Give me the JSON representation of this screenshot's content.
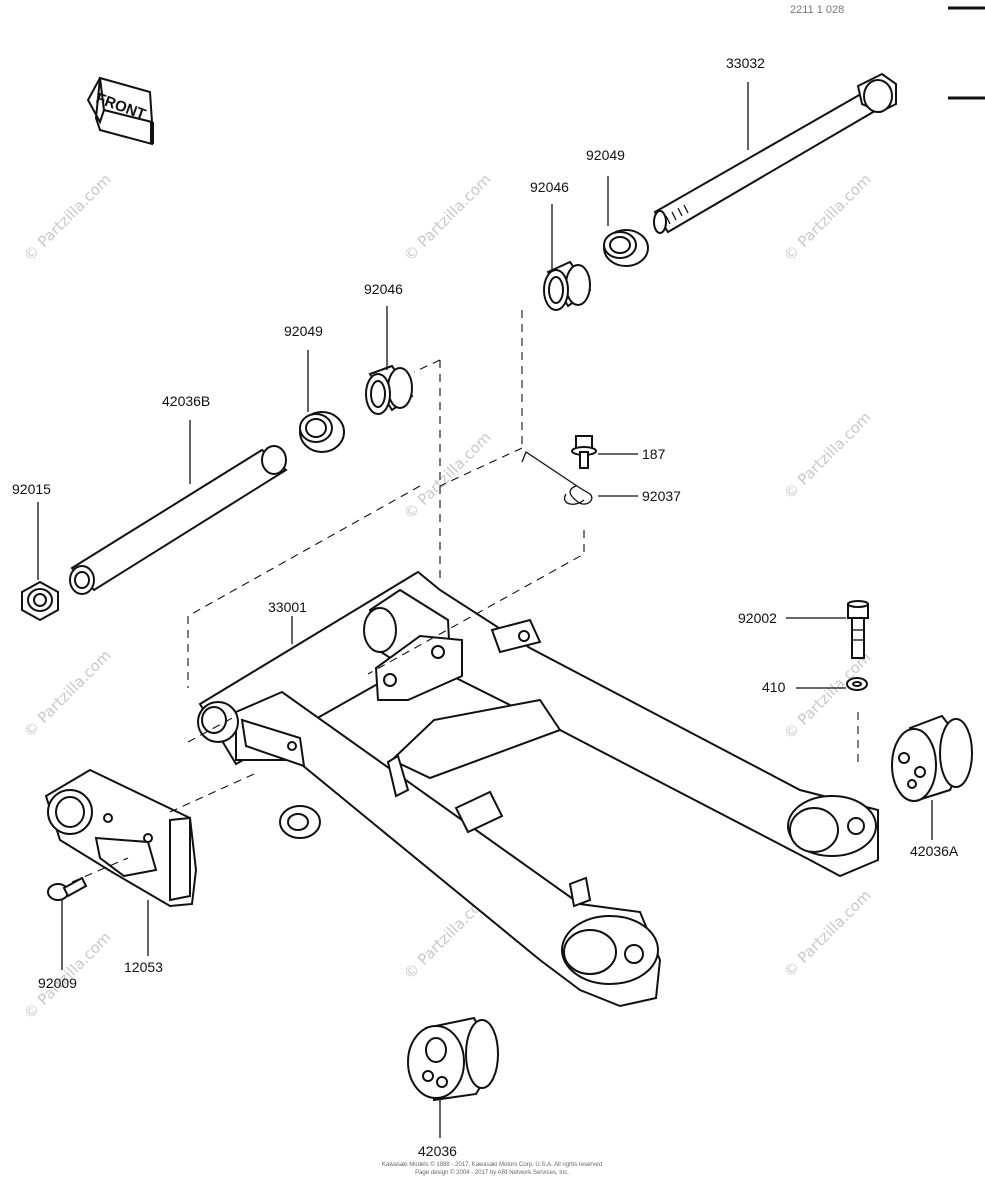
{
  "header": {
    "code": "2211 1 028"
  },
  "front_arrow": {
    "label": "FRONT"
  },
  "watermark": "© Partzilla.com",
  "parts": {
    "p33032": "33032",
    "p92049_top": "92049",
    "p92046_top": "92046",
    "p92046_mid": "92046",
    "p92049_mid": "92049",
    "p42036B": "42036B",
    "p92015": "92015",
    "p187": "187",
    "p92037": "92037",
    "p33001": "33001",
    "p92002": "92002",
    "p410": "410",
    "p42036A": "42036A",
    "p92009": "92009",
    "p12053": "12053",
    "p42036": "42036"
  },
  "footer": {
    "line1": "Kawasaki Models © 1988 - 2017, Kawasaki Motors Corp. U.S.A. All rights reserved",
    "line2": "Page design © 2004 - 2017 by ARI Network Services, Inc."
  },
  "colors": {
    "ink": "#111111",
    "watermark": "#c9c9c9",
    "background": "#ffffff"
  }
}
